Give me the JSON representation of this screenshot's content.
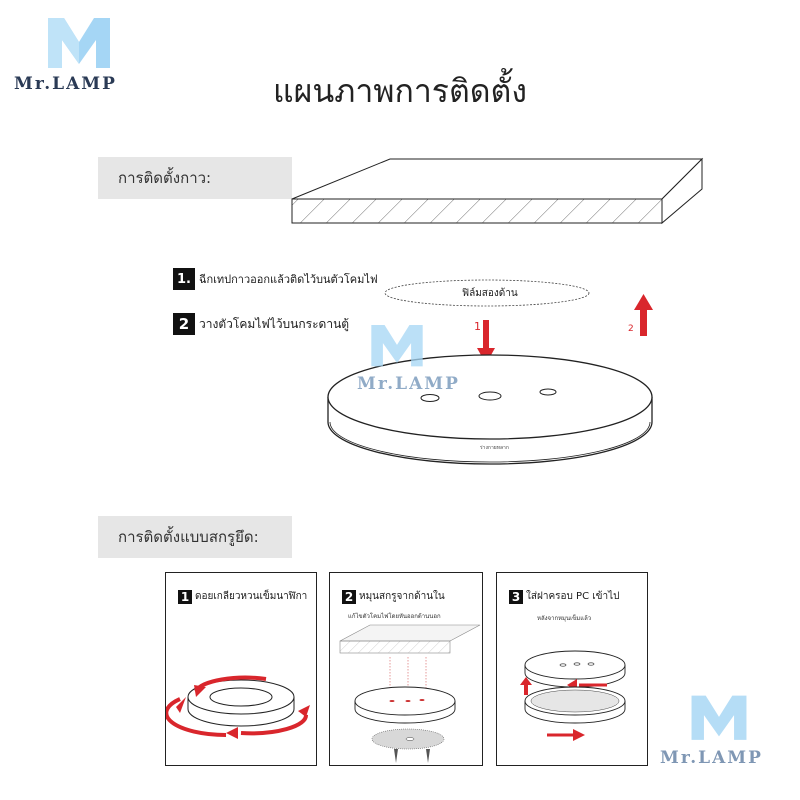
{
  "logo": {
    "mark": "M",
    "text": "Mr.LAMP"
  },
  "page_title": "แผนภาพการติดตั้ง",
  "section_glue": {
    "label": "การติดตั้งกาว:"
  },
  "glue_steps": [
    {
      "number": "1.",
      "text": "ฉีกเทปกาวออกแล้วติดไว้บนตัวโคมไฟ"
    },
    {
      "number": "2",
      "text": "วางตัวโคมไฟไว้บนกระดานตู้"
    }
  ],
  "diagram_labels": {
    "film": "ฟิล์มสองด้าน",
    "arrow_1": "1",
    "arrow_2": "2",
    "disc_text": "ร่างกายหลาก"
  },
  "section_screw": {
    "label": "การติดตั้งแบบสกรูยึด:"
  },
  "panels": [
    {
      "number": "1",
      "text": "ดอยเกลียวหวนเข็มนาฬิกา",
      "sub": ""
    },
    {
      "number": "2",
      "text": "หมุนสกรูจากด้านใน",
      "sub": "แก้ไขตัวโคมไฟโดยหันออกด้านนอก"
    },
    {
      "number": "3",
      "text": "ใส่ฝาครอบ PC เข้าไป",
      "sub": "หลังจากหมุนเข็มแล้ว"
    }
  ],
  "colors": {
    "arrow_red": "#d9262c",
    "logo_blue": "#9fd3f2",
    "section_bg": "#e6e6e6"
  }
}
